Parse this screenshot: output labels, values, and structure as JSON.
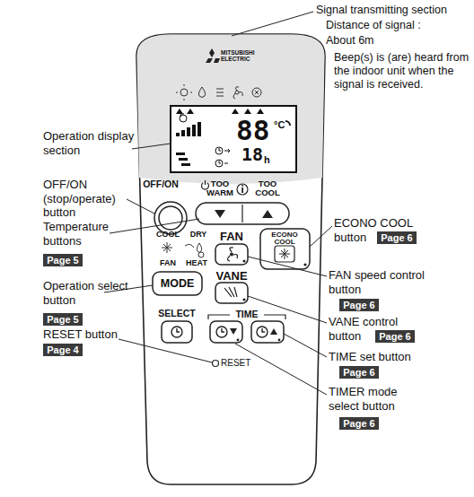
{
  "diagram": {
    "nodes": [
      {
        "text": [
          "MODE"
        ]
      },
      {
        "text": [
          "Page 5"
        ]
      },
      {
        "text": [
          "Page 5"
        ]
      },
      {
        "text": [
          "Page 4"
        ]
      },
      {
        "text": [
          "Page 6"
        ]
      },
      {
        "text": [
          "Page 6"
        ]
      },
      {
        "text": [
          "Page 6"
        ]
      },
      {
        "text": [
          "Page 6"
        ]
      },
      {
        "text": [
          "Page 6"
        ]
      }
    ],
    "labels": [
      "MITSUBISHI ELECTRIC",
      "88",
      "°C",
      "18",
      "h",
      "OFF/ON",
      "TOO WARM",
      "TOO COOL",
      "COOL",
      "DRY",
      "FAN",
      "HEAT",
      "FAN",
      "ECONO COOL",
      "VANE",
      "SELECT",
      "TIME",
      "RESET",
      "Signal transmitting section",
      "Distance of signal :",
      "About 6m",
      "Beep(s) is (are) heard from the indoor unit when the signal is received.",
      "Operation display section",
      "OFF/ON (stop/operate) button",
      "Temperature buttons",
      "Operation select button",
      "RESET button",
      "ECONO COOL button",
      "FAN speed control button",
      "VANE control button",
      "TIME set button",
      "TIMER mode select button"
    ]
  }
}
